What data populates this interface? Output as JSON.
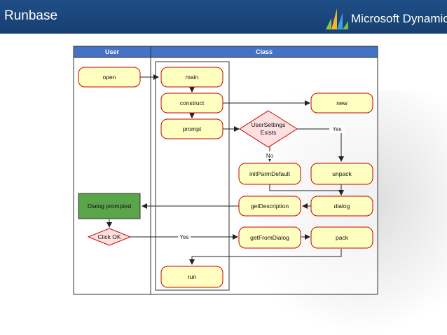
{
  "slide": {
    "title": "Runbase"
  },
  "brand": {
    "name": "Microsoft Dynamics"
  },
  "lanes": {
    "user": "User",
    "class": "Class"
  },
  "nodes": {
    "open": "open",
    "main": "main",
    "construct": "construct",
    "prompt": "prompt",
    "new": "new",
    "usersettings_line1": "UserSettings",
    "usersettings_line2": "Exists",
    "initparmdefault": "initParmDefault",
    "unpack": "unpack",
    "dialog_prompted": "Dialog prompted",
    "getdescription": "getDescription",
    "dialog": "dialog",
    "click_ok": "Click OK",
    "getfromdialog": "getFromDialog",
    "pack": "pack",
    "run": "run"
  },
  "edges": {
    "yes": "Yes",
    "no": "No",
    "yes2": "Yes"
  },
  "colors": {
    "header": "#1f4e86",
    "lane_header": "#4472c4",
    "node_fill": "#ffffc0",
    "node_stroke": "#cc0000",
    "diamond_fill": "#ffe0e0",
    "green_fill": "#5aa54a"
  }
}
